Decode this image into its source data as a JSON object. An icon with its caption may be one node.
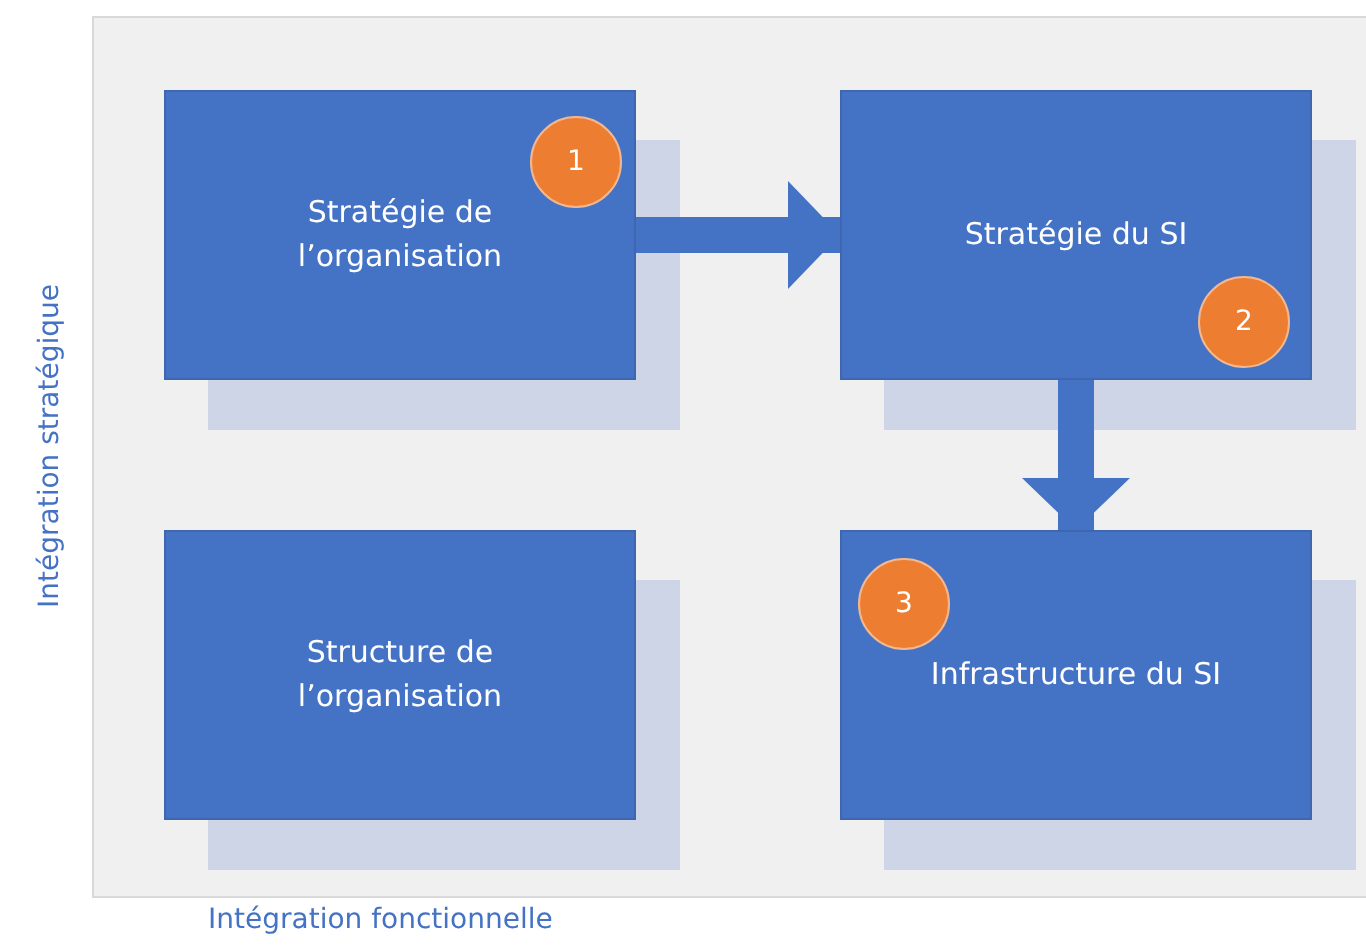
{
  "diagram": {
    "nodes": [
      {
        "text": [
          "Stratégie de l’organisation"
        ]
      },
      {
        "text": [
          "1"
        ],
        "in": 0
      },
      {
        "text": [
          "Stratégie du SI"
        ]
      },
      {
        "text": [
          "2"
        ],
        "in": 2
      },
      {
        "text": [
          "Structure de l’organisation"
        ]
      },
      {
        "text": [
          "Infrastructure du SI"
        ]
      },
      {
        "text": [
          "3"
        ],
        "in": 5
      }
    ],
    "edges": [
      {
        "from": 0,
        "to": 2,
        "arrow": "to"
      },
      {
        "from": 2,
        "to": 5,
        "arrow": "to"
      }
    ],
    "labels": [
      "Intégration stratégique",
      "Intégration fonctionnelle"
    ]
  }
}
